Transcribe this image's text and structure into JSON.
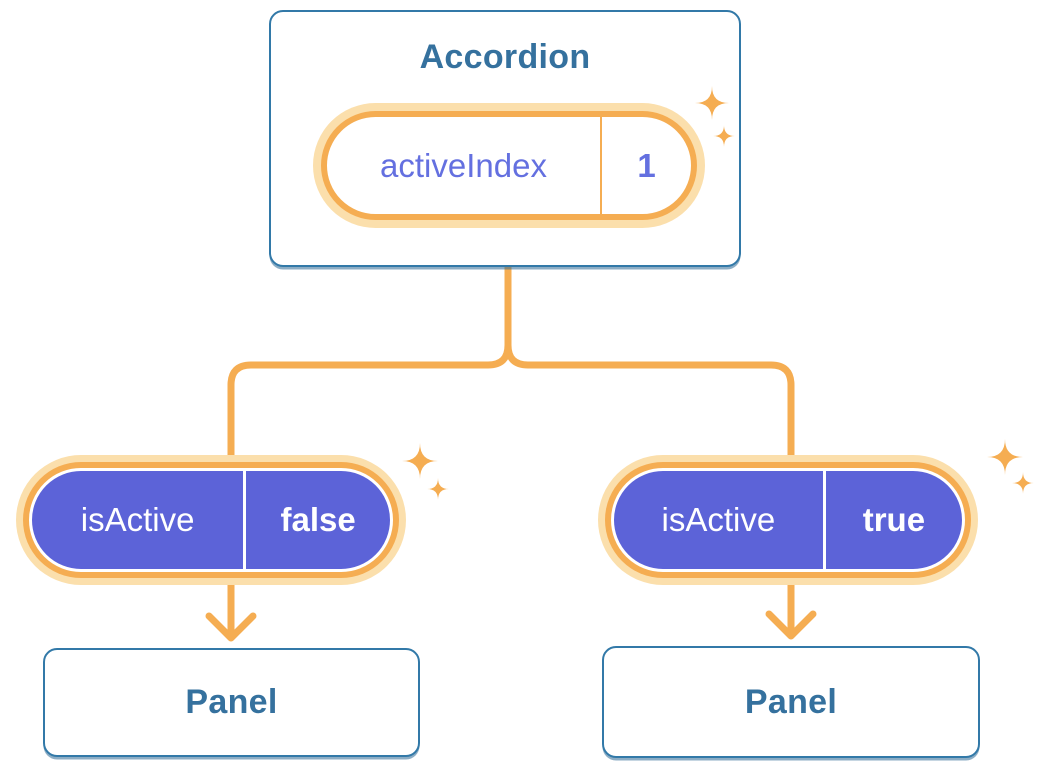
{
  "colors": {
    "accent_orange": "#F5AD52",
    "halo_orange": "#FBDFAC",
    "pill_purple": "#5C63D8",
    "purple_text": "#6470E0",
    "heading_blue": "#35719E",
    "card_border": "#3279A8",
    "background": "#FFFFFF"
  },
  "accordion": {
    "title": "Accordion",
    "state": {
      "name": "activeIndex",
      "value": "1"
    }
  },
  "children": [
    {
      "prop": {
        "name": "isActive",
        "value": "false"
      },
      "panel_label": "Panel"
    },
    {
      "prop": {
        "name": "isActive",
        "value": "true"
      },
      "panel_label": "Panel"
    }
  ],
  "icons": {
    "sparkle": "four-point-star",
    "arrow": "chevron-down-arrow"
  }
}
